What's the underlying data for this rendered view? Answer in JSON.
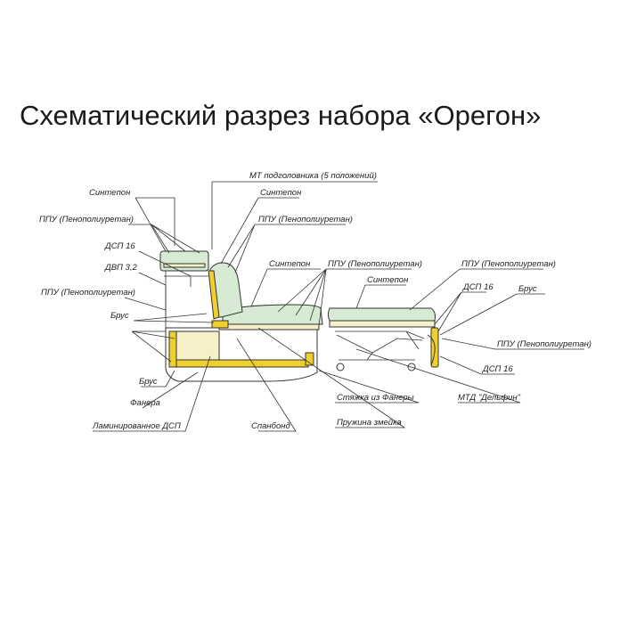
{
  "title": "Схематический разрез набора «Орегон»",
  "labels": {
    "mt_headrest": "МТ подголовника (5 положений)",
    "sintepon_1": "Синтепон",
    "sintepon_2": "Синтепон",
    "ppu_1": "ППУ (Пенополиуретан)",
    "ppu_2": "ППУ (Пенополиуретан)",
    "dsp16_1": "ДСП 16",
    "dvp32": "ДВП 3,2",
    "ppu_3": "ППУ (Пенополиуретан)",
    "brus_1": "Брус",
    "sintepon_3": "Синтепон",
    "ppu_4": "ППУ (Пенополиуретан)",
    "ppu_5": "ППУ (Пенополиуретан)",
    "sintepon_4": "Синтепон",
    "dsp16_2": "ДСП 16",
    "brus_2": "Брус",
    "ppu_6": "ППУ (Пенополиуретан)",
    "dsp16_3": "ДСП 16",
    "brus_3": "Брус",
    "fanera": "Фанера",
    "lam_dsp": "Ламинированное ДСП",
    "spanbond": "Спанбонд",
    "styazhka": "Стяжка из Фанеры",
    "pruzhina": "Пружина змейка",
    "mtd": "МТД \"Дельфин\""
  },
  "colors": {
    "foam": "#d7ead3",
    "frame": "#f0d02e",
    "dsp": "#f6f0c8",
    "line": "#333333"
  }
}
